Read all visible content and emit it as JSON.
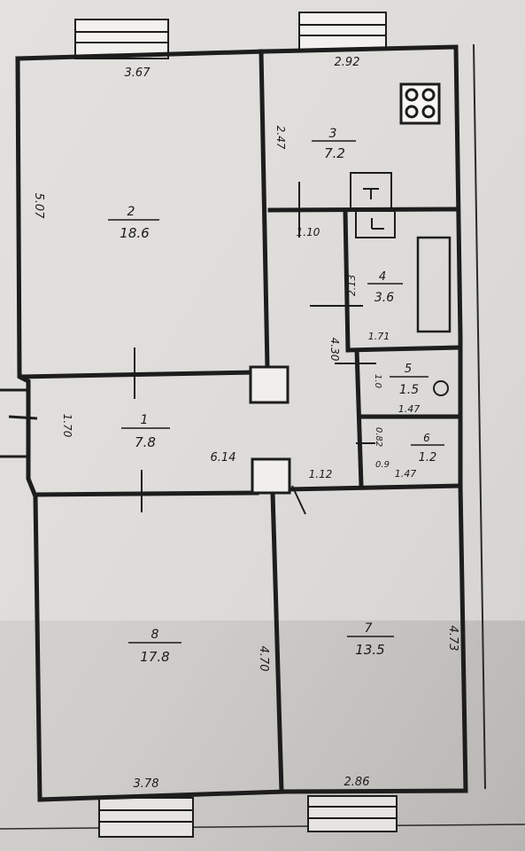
{
  "rooms": [
    {
      "number": "2",
      "area": "18.6"
    },
    {
      "number": "3",
      "area": "7.2"
    },
    {
      "number": "4",
      "area": "3.6"
    },
    {
      "number": "5",
      "area": "1.5"
    },
    {
      "number": "6",
      "area": "1.2"
    },
    {
      "number": "1",
      "area": "7.8"
    },
    {
      "number": "8",
      "area": "17.8"
    },
    {
      "number": "7",
      "area": "13.5"
    }
  ],
  "dimensions": {
    "top_left_width": "3.67",
    "top_right_width": "2.92",
    "room2_height": "5.07",
    "room3_height": "2.47",
    "small_corridor": "1.10",
    "room4_height": "2.13",
    "room4_width": "1.71",
    "wc_height_left": "4.30",
    "room5_height": "1.0",
    "room5_width": "1.47",
    "room6_height": "0.82",
    "room6_width": "1.47",
    "room6_depth": "0.9",
    "hall_height": "1.70",
    "hall_length": "6.14",
    "hall_small": "1.12",
    "room8_height": "4.70",
    "room7_height": "4.73",
    "room8_width": "3.78",
    "room7_width": "2.86"
  },
  "colors": {
    "wall": "#1d1d1d",
    "paper": "#ecebe8",
    "floor": "#dfdedb"
  }
}
